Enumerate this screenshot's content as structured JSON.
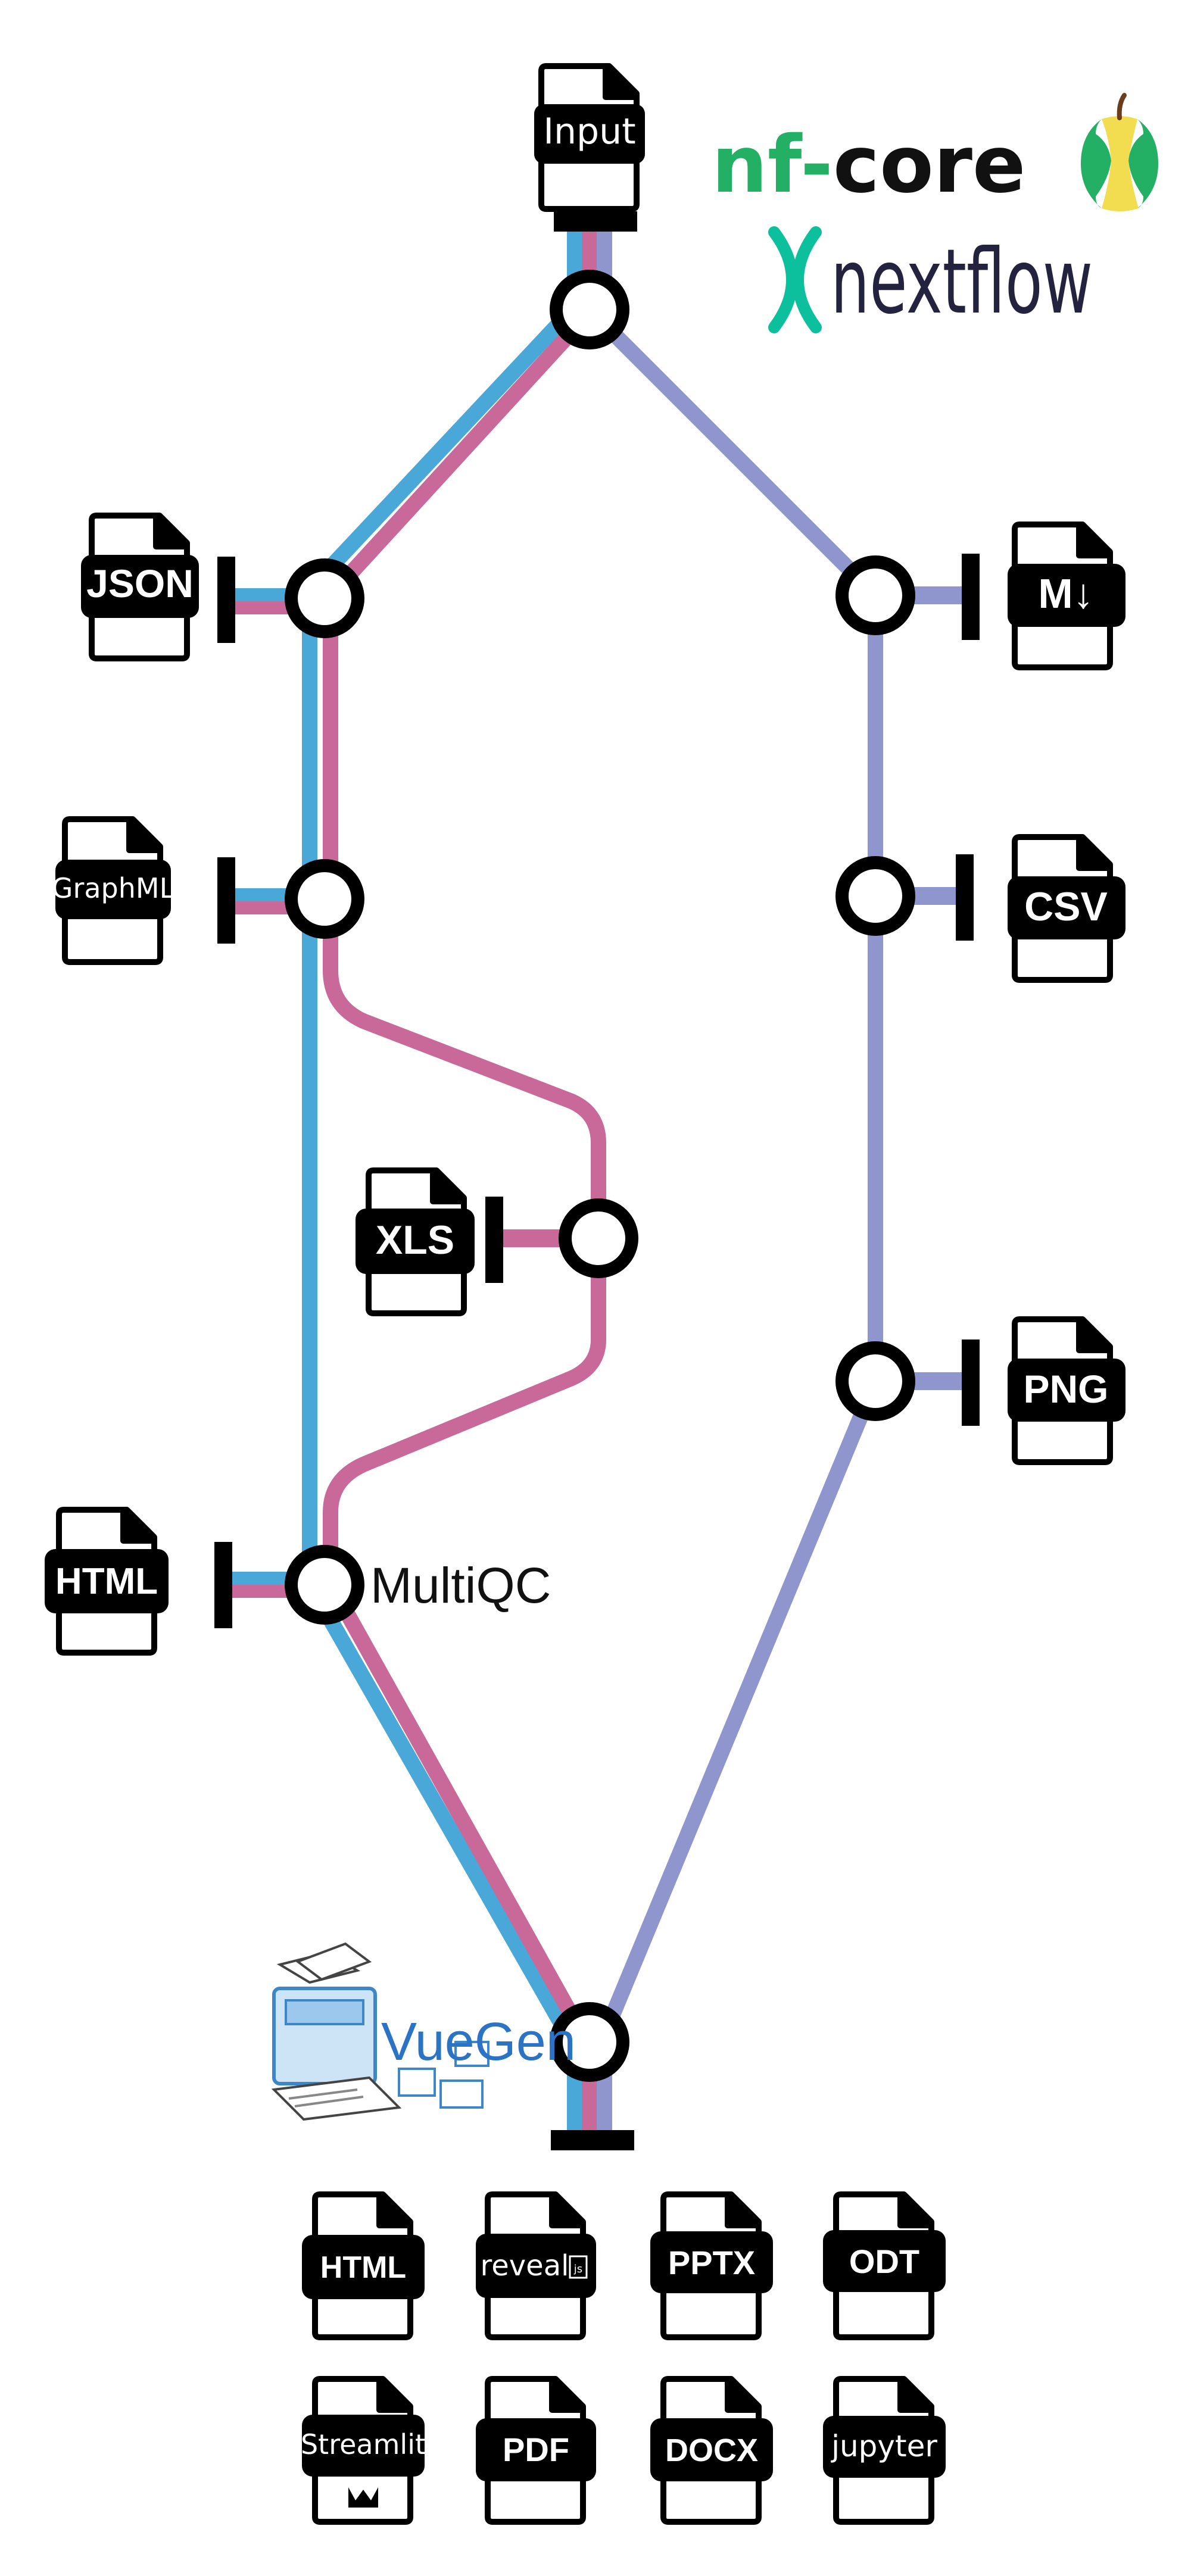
{
  "logos": {
    "nfcore": {
      "prefix": "nf",
      "dash": "-",
      "suffix": "core",
      "green": "#24b064",
      "dark": "#111111"
    },
    "nextflow": {
      "text": "nextflow",
      "mark_color": "#0dc09d"
    },
    "vuegen": {
      "text": "VueGen"
    }
  },
  "colors": {
    "line_blue": "#4aa8d8",
    "line_pink": "#c8699a",
    "line_purple": "#8e96cd",
    "station_fill": "#ffffff",
    "station_stroke": "#000000",
    "doc_dark": "#000000"
  },
  "input": {
    "label": "Input"
  },
  "stations": {
    "multiqc": {
      "label": "MultiQC"
    }
  },
  "left_outputs": [
    {
      "name": "doc-json",
      "label": "JSON"
    },
    {
      "name": "doc-graphml",
      "label": "GraphML"
    },
    {
      "name": "doc-xls",
      "label": "XLS"
    },
    {
      "name": "doc-html",
      "label": "HTML"
    }
  ],
  "right_outputs": [
    {
      "name": "doc-markdown",
      "label": "M↓",
      "icon": "markdown-icon"
    },
    {
      "name": "doc-csv",
      "label": "CSV"
    },
    {
      "name": "doc-png",
      "label": "PNG"
    }
  ],
  "report_formats": [
    {
      "name": "format-html",
      "label": "HTML"
    },
    {
      "name": "format-reveal",
      "label": "reveal",
      "suffix": "js"
    },
    {
      "name": "format-pptx",
      "label": "PPTX"
    },
    {
      "name": "format-odt",
      "label": "ODT"
    },
    {
      "name": "format-streamlit",
      "label": "Streamlit",
      "icon": "crown-icon"
    },
    {
      "name": "format-pdf",
      "label": "PDF"
    },
    {
      "name": "format-docx",
      "label": "DOCX"
    },
    {
      "name": "format-jupyter",
      "label": "jupyter"
    }
  ]
}
